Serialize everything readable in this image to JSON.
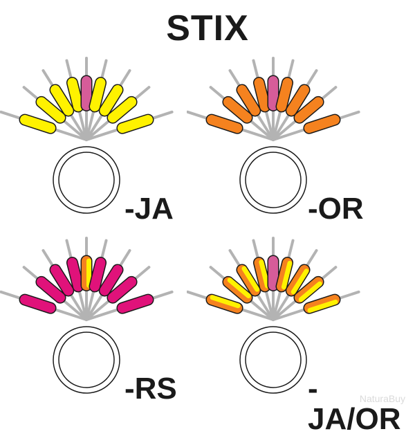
{
  "title": "STIX",
  "variants": [
    {
      "label": "-JA",
      "colors": [
        "#fff200",
        "#fff200",
        "#fff200",
        "#fff200",
        "#d65c99",
        "#fff200",
        "#fff200",
        "#fff200",
        "#fff200"
      ],
      "accent": null
    },
    {
      "label": "-OR",
      "colors": [
        "#f5821f",
        "#f5821f",
        "#f5821f",
        "#f5821f",
        "#d65c99",
        "#f5821f",
        "#f5821f",
        "#f5821f",
        "#f5821f"
      ],
      "accent": null
    },
    {
      "label": "-RS",
      "colors": [
        "#e0127a",
        "#e0127a",
        "#e0127a",
        "#e0127a",
        "split",
        "#e0127a",
        "#e0127a",
        "#e0127a",
        "#e0127a"
      ],
      "accent": null
    },
    {
      "label": "-JA/OR",
      "colors": [
        "split",
        "split",
        "split",
        "split",
        "#d65c99",
        "split",
        "split",
        "split",
        "split"
      ],
      "accent": null
    }
  ],
  "watermark": "NaturaBuy",
  "palette": {
    "yellow": "#fff200",
    "orange": "#f5821f",
    "pink": "#d65c99",
    "magenta": "#e0127a",
    "stem": "#b3b3b3",
    "outline": "#1a1a1a"
  }
}
